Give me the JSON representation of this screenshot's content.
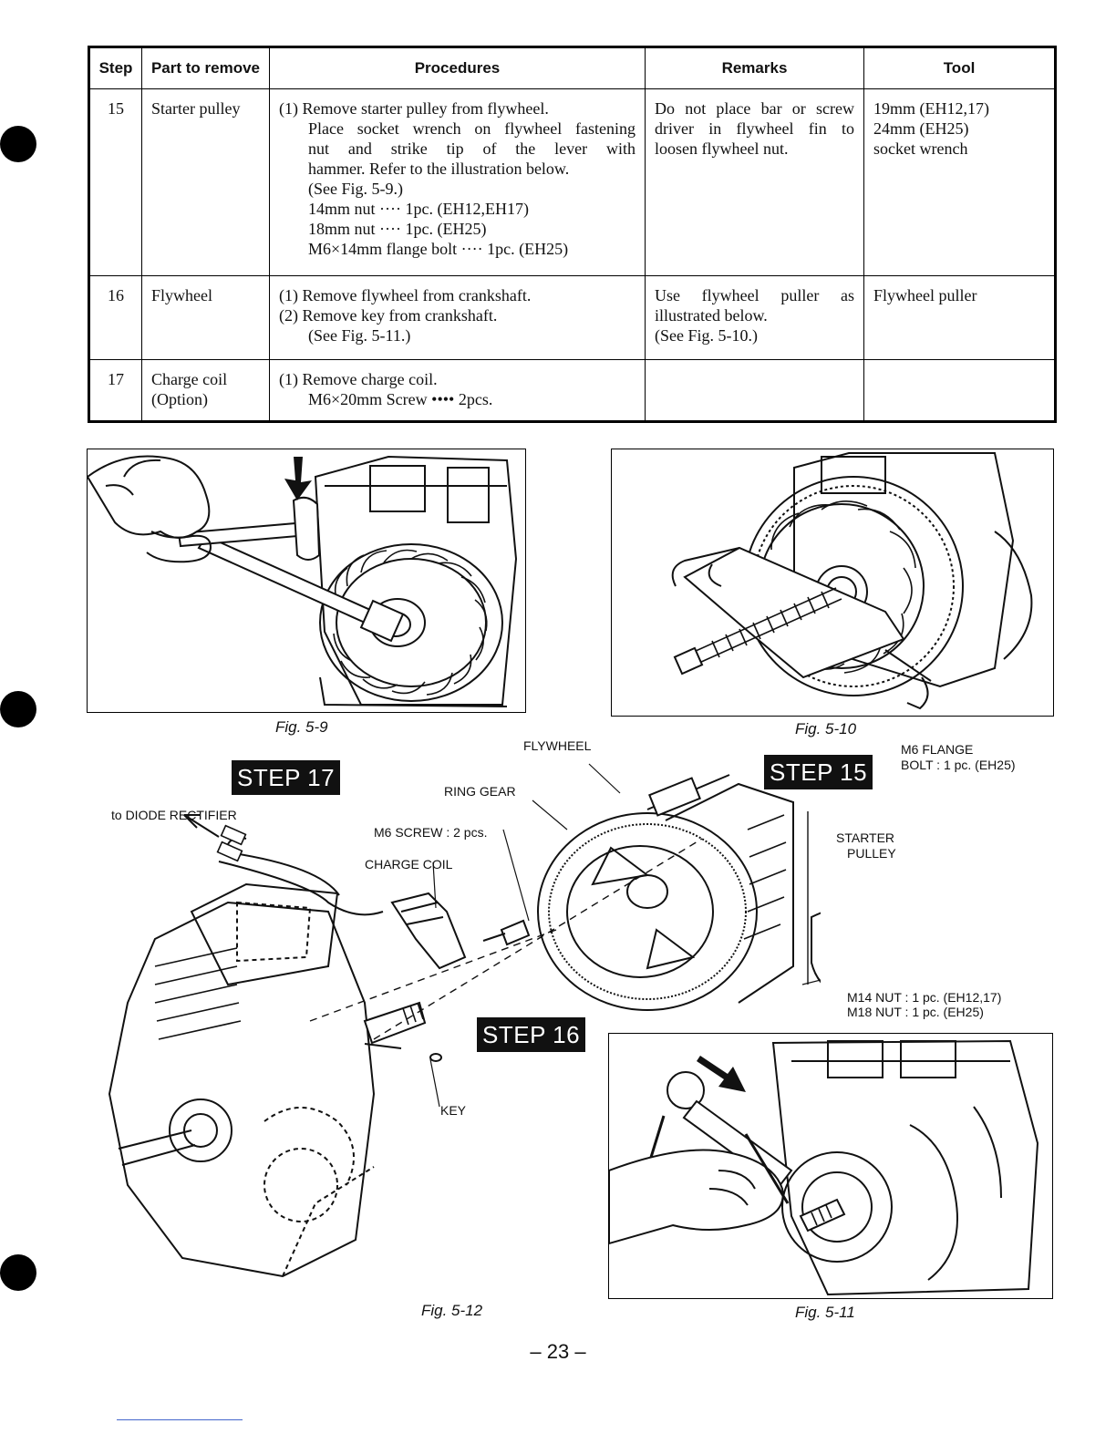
{
  "table": {
    "headers": [
      "Step",
      "Part to remove",
      "Procedures",
      "Remarks",
      "Tool"
    ],
    "rows": [
      {
        "step": "15",
        "part": [
          "Starter pulley"
        ],
        "procedures": [
          "(1) Remove starter pulley from flywheel.",
          "Place socket wrench on flywheel fastening",
          "nut and strike tip of the lever with",
          "hammer. Refer to the illustration below.",
          "(See Fig. 5-9.)",
          "14mm nut ···· 1pc. (EH12,EH17)",
          "18mm nut ···· 1pc. (EH25)",
          "M6×14mm flange bolt ···· 1pc. (EH25)"
        ],
        "remarks": [
          "Do not place bar or screw",
          "driver in flywheel fin to",
          "loosen flywheel nut."
        ],
        "tool": [
          "19mm (EH12,17)",
          "24mm (EH25)",
          "socket wrench"
        ]
      },
      {
        "step": "16",
        "part": [
          "Flywheel"
        ],
        "procedures": [
          "(1) Remove flywheel from crankshaft.",
          "(2) Remove key from crankshaft.",
          "(See Fig. 5-11.)"
        ],
        "remarks": [
          "Use flywheel puller as",
          "illustrated below.",
          "(See Fig. 5-10.)"
        ],
        "tool": [
          "Flywheel puller"
        ]
      },
      {
        "step": "17",
        "part": [
          "Charge coil",
          "(Option)"
        ],
        "procedures": [
          "(1) Remove charge coil.",
          "M6×20mm Screw •••• 2pcs."
        ],
        "remarks": [],
        "tool": []
      }
    ]
  },
  "figures": {
    "fig59": "Fig. 5-9",
    "fig510": "Fig. 5-10",
    "fig512": "Fig. 5-12",
    "fig511": "Fig. 5-11"
  },
  "steps": {
    "step17": "STEP 17",
    "step15": "STEP 15",
    "step16": "STEP 16"
  },
  "labels": {
    "flywheel": "FLYWHEEL",
    "ring_gear": "RING GEAR",
    "m6_screw": "M6 SCREW : 2 pcs.",
    "charge_coil": "CHARGE COIL",
    "diode": "to DIODE RECTIFIER",
    "key": "KEY",
    "m6_flange_1": "M6 FLANGE",
    "m6_flange_2": "BOLT : 1 pc. (EH25)",
    "starter_1": "STARTER",
    "starter_2": "PULLEY",
    "m14": "M14 NUT : 1 pc. (EH12,17)",
    "m18": "M18 NUT : 1 pc. (EH25)"
  },
  "page_number": "– 23 –"
}
